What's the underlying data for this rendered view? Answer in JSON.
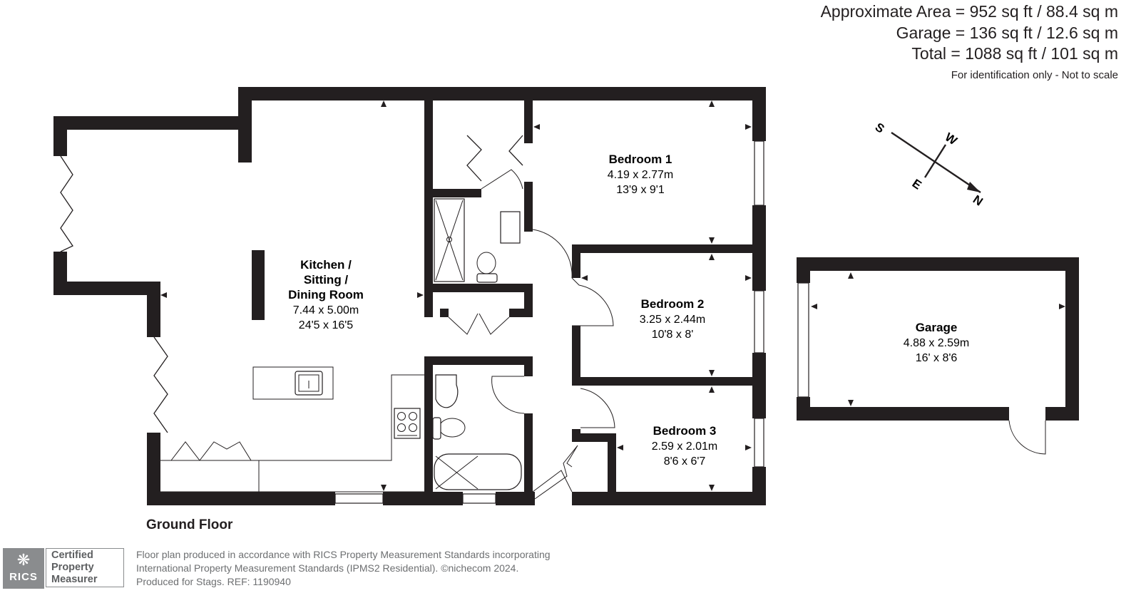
{
  "areas": {
    "approx": "Approximate Area = 952 sq ft / 88.4 sq m",
    "garage": "Garage = 136 sq ft / 12.6 sq m",
    "total": "Total = 1088 sq ft / 101 sq m",
    "note": "For identification only - Not to scale"
  },
  "rooms": {
    "kitchen": {
      "name1": "Kitchen /",
      "name2": "Sitting /",
      "name3": "Dining Room",
      "metric": "7.44 x 5.00m",
      "imperial": "24'5 x 16'5"
    },
    "bedroom1": {
      "name": "Bedroom 1",
      "metric": "4.19 x 2.77m",
      "imperial": "13'9 x 9'1"
    },
    "bedroom2": {
      "name": "Bedroom 2",
      "metric": "3.25 x 2.44m",
      "imperial": "10'8 x 8'"
    },
    "bedroom3": {
      "name": "Bedroom 3",
      "metric": "2.59 x 2.01m",
      "imperial": "8'6 x 6'7"
    },
    "garage": {
      "name": "Garage",
      "metric": "4.88 x 2.59m",
      "imperial": "16' x 8'6"
    }
  },
  "compass": {
    "n": "N",
    "s": "S",
    "e": "E",
    "w": "W"
  },
  "floor_label": "Ground Floor",
  "badge": {
    "logo_text": "RICS",
    "cert_line1": "Certified",
    "cert_line2": "Property",
    "cert_line3": "Measurer"
  },
  "disclaimer": {
    "line1": "Floor plan produced in accordance with RICS Property Measurement Standards incorporating",
    "line2": "International Property Measurement Standards (IPMS2 Residential).   ©nichecom 2024.",
    "line3": "Produced for Stags.   REF:  1190940"
  },
  "colors": {
    "wall": "#231f20",
    "badge_grey": "#8a8c8e",
    "footer_text": "#6d6f71"
  }
}
